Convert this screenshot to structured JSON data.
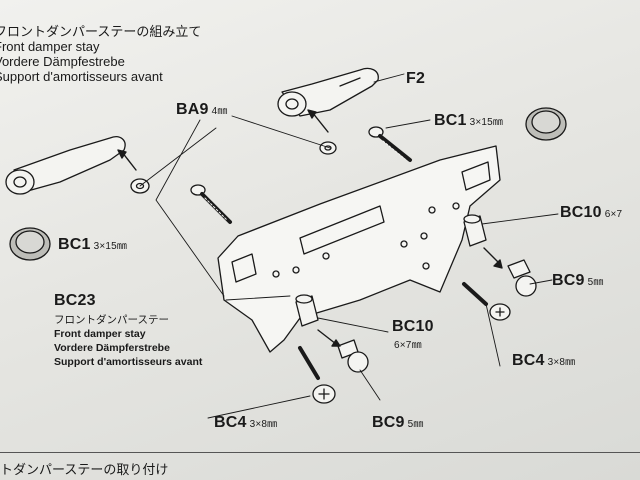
{
  "step": {
    "title_lines": [
      "フロントダンパーステーの組み立て",
      "Front damper stay",
      "Vordere Dämpfestrebe",
      "Support d'amortisseurs avant"
    ],
    "next_title": "トダンパーステーの取り付け"
  },
  "parts": {
    "ba9": {
      "code": "BA9",
      "size": "4㎜"
    },
    "f2": {
      "code": "F2"
    },
    "bc1_right": {
      "code": "BC1",
      "size": "3×15㎜"
    },
    "bc1_left": {
      "code": "BC1",
      "size": "3×15㎜"
    },
    "bc10_right": {
      "code": "BC10",
      "size": "6×7"
    },
    "bc9_right": {
      "code": "BC9",
      "size": "5㎜"
    },
    "bc23": {
      "code": "BC23",
      "label_lines": [
        "フロントダンパーステー",
        "Front damper stay",
        "Vordere Dämpferstrebe",
        "Support d'amortisseurs avant"
      ]
    },
    "bc10_center": {
      "code": "BC10",
      "size": "6×7㎜"
    },
    "bc4_right": {
      "code": "BC4",
      "size": "3×8㎜"
    },
    "bc4_left": {
      "code": "BC4",
      "size": "3×8㎜"
    },
    "bc9_center": {
      "code": "BC9",
      "size": "5㎜"
    }
  },
  "colors": {
    "ink": "#1a1a1a",
    "paper": "#e9e9e5"
  },
  "icons": [
    "screw-icon",
    "washer-icon",
    "ball-connector-icon",
    "spacer-icon",
    "magnet-part-icon"
  ]
}
